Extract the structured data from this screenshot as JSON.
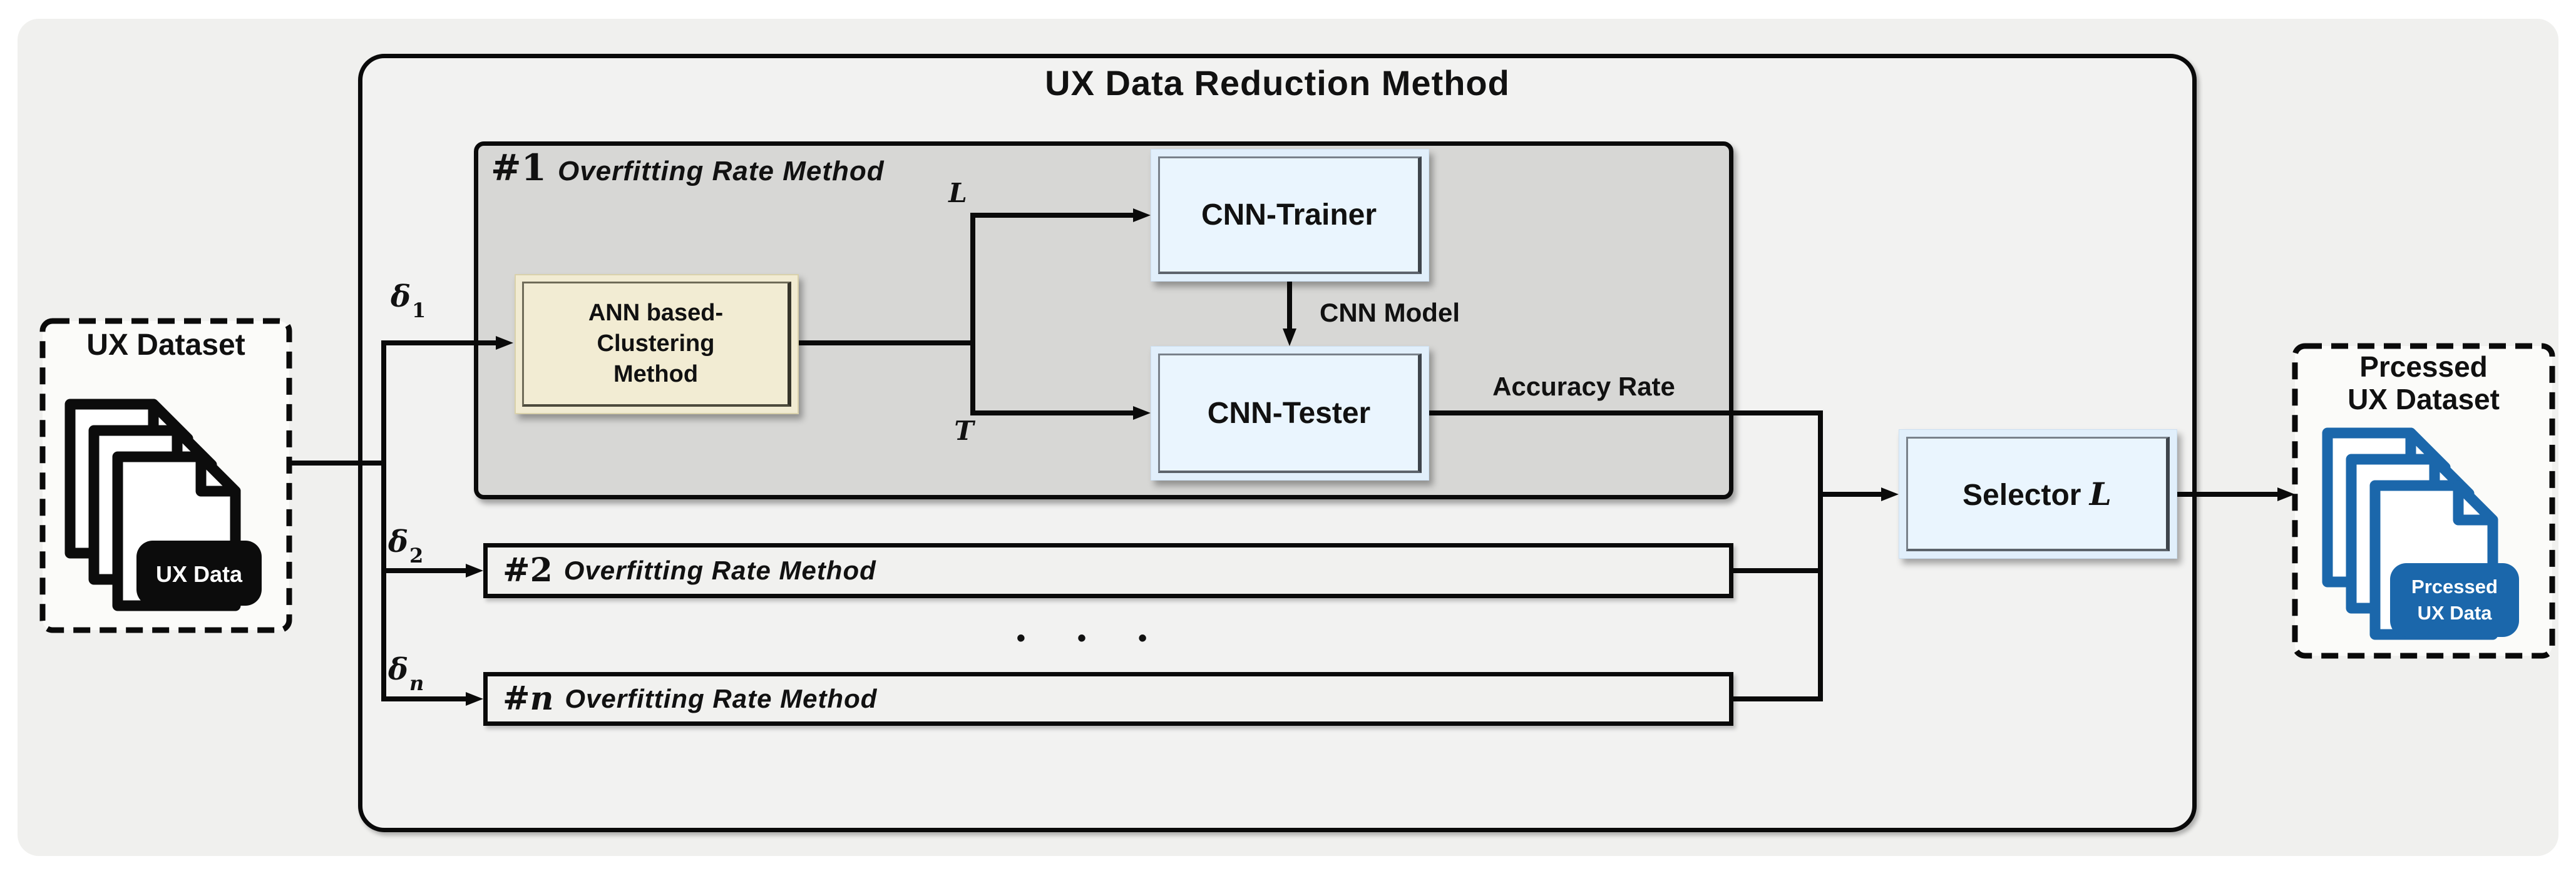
{
  "title": "UX Data Reduction Method",
  "left_dataset": {
    "title": "UX Dataset",
    "badge": "UX Data"
  },
  "right_dataset": {
    "title_line1": "Prcessed",
    "title_line2": "UX Dataset",
    "badge_line1": "Prcessed",
    "badge_line2": "UX Data"
  },
  "stage1": {
    "hash": "#",
    "num": "1",
    "label": "Overfitting Rate Method"
  },
  "rows": [
    {
      "hash": "#",
      "num": "2",
      "label": "Overfitting Rate Method",
      "delta": "δ",
      "delta_sub": "2"
    },
    {
      "hash": "#",
      "num": "n",
      "label": "Overfitting Rate Method",
      "delta": "δ",
      "delta_sub": "n"
    }
  ],
  "delta1": {
    "base": "δ",
    "sub": "1"
  },
  "ann": {
    "line1": "ANN based-",
    "line2": "Clustering",
    "line3": "Method"
  },
  "cnn": {
    "trainer": "CNN-Trainer",
    "tester": "CNN-Tester",
    "model_label": "CNN Model",
    "accuracy_label": "Accuracy Rate"
  },
  "selector": {
    "label": "Selector",
    "var": "L"
  },
  "split": {
    "train": "L",
    "test": "T"
  },
  "dots": "• • •",
  "colors": {
    "line": "#0a0a0a",
    "panel_gray": "#d7d7d5",
    "box_blue": "#eaf5fe",
    "box_cream": "#f2ecd3",
    "doc_blue": "#1b67ab",
    "badge_black": "#0c0c0c",
    "background": "#f0f0ee"
  }
}
